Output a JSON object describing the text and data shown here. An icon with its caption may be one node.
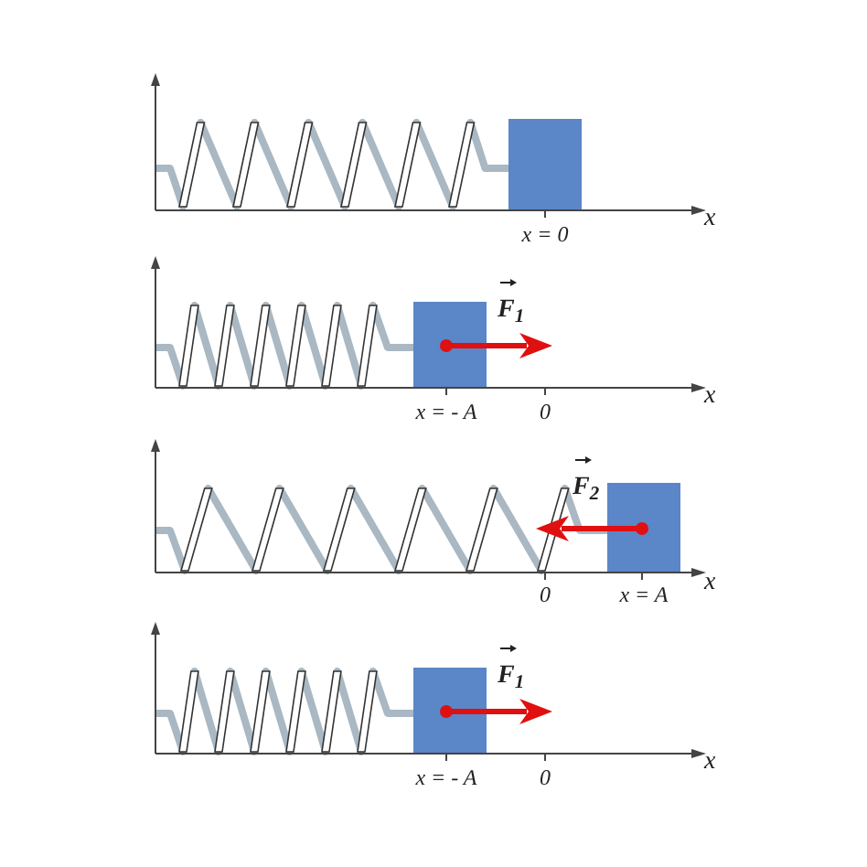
{
  "diagram": {
    "labels": [
      "x",
      "x = 0",
      "F$_{1}$",
      "x",
      "x = - A",
      "0",
      "F$_{2}$",
      "x",
      "0",
      "x = A",
      "F$_{1}$",
      "x",
      "x = - A",
      "0"
    ]
  }
}
